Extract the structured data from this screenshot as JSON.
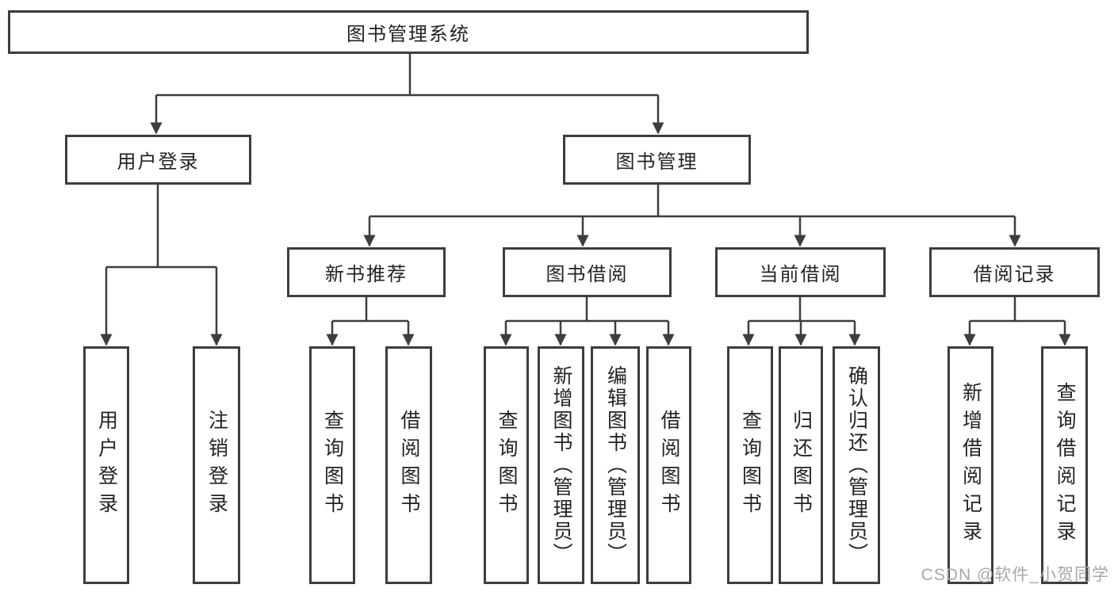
{
  "watermark": {
    "text": "CSDN @软件_小贺同学"
  },
  "colors": {
    "line": "#3d3d3d",
    "box_border": "#3d3d3d",
    "text": "#232323",
    "watermark": "#a8a8a8",
    "background": "#ffffff"
  },
  "tree": {
    "root": {
      "label": "图书管理系统"
    },
    "branches": [
      {
        "label": "用户登录",
        "children": [
          {
            "label": "用户登录"
          },
          {
            "label": "注销登录"
          }
        ]
      },
      {
        "label": "图书管理",
        "children": [
          {
            "label": "新书推荐",
            "children": [
              {
                "label": "查询图书"
              },
              {
                "label": "借阅图书"
              }
            ]
          },
          {
            "label": "图书借阅",
            "children": [
              {
                "label": "查询图书"
              },
              {
                "label": "新增图书（管理员）"
              },
              {
                "label": "编辑图书（管理员）"
              },
              {
                "label": "借阅图书"
              }
            ]
          },
          {
            "label": "当前借阅",
            "children": [
              {
                "label": "查询图书"
              },
              {
                "label": "归还图书"
              },
              {
                "label": "确认归还（管理员）"
              }
            ]
          },
          {
            "label": "借阅记录",
            "children": [
              {
                "label": "新增借阅记录"
              },
              {
                "label": "查询借阅记录"
              }
            ]
          }
        ]
      }
    ]
  }
}
